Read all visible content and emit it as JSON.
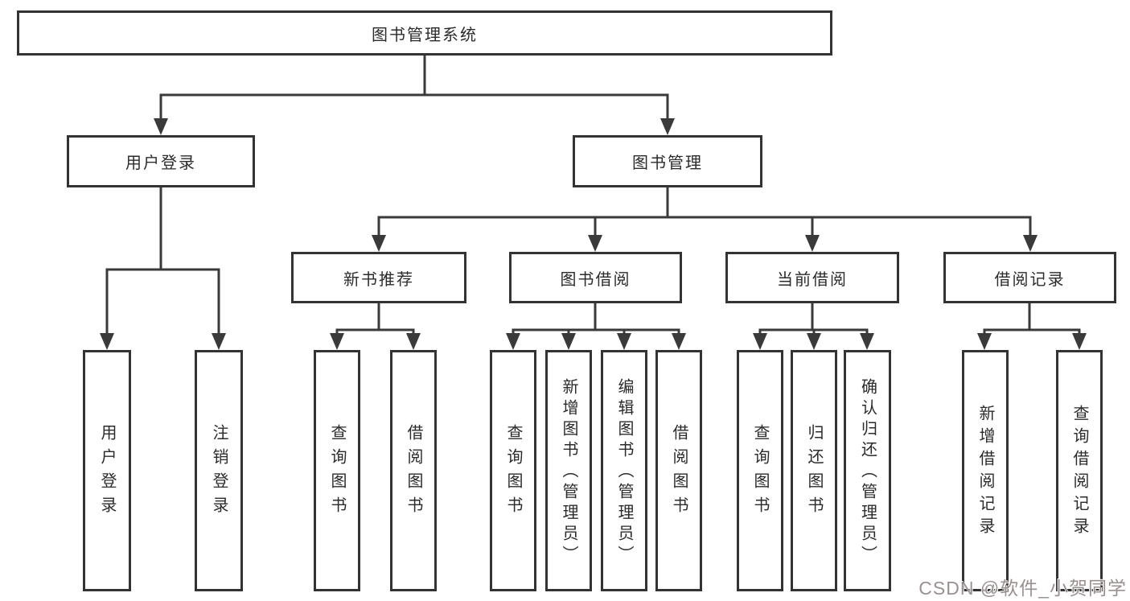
{
  "title": {
    "label": "图书管理系统"
  },
  "branches": {
    "user_login": {
      "label": "用户登录",
      "children": [
        {
          "label": "用户登录"
        },
        {
          "label": "注销登录"
        }
      ]
    },
    "book_mgmt": {
      "label": "图书管理",
      "children": [
        {
          "label": "新书推荐",
          "children": [
            {
              "label": "查询图书"
            },
            {
              "label": "借阅图书"
            }
          ]
        },
        {
          "label": "图书借阅",
          "children": [
            {
              "label": "查询图书"
            },
            {
              "label": "新增图书（管理员）"
            },
            {
              "label": "编辑图书（管理员）"
            },
            {
              "label": "借阅图书"
            }
          ]
        },
        {
          "label": "当前借阅",
          "children": [
            {
              "label": "查询图书"
            },
            {
              "label": "归还图书"
            },
            {
              "label": "确认归还（管理员）"
            }
          ]
        },
        {
          "label": "借阅记录",
          "children": [
            {
              "label": "新增借阅记录"
            },
            {
              "label": "查询借阅记录"
            }
          ]
        }
      ]
    }
  },
  "watermark": {
    "text": "CSDN @软件_小贺同学"
  },
  "colors": {
    "line": "#3a3a3a",
    "box_border": "#333333",
    "text": "#2b2b2b",
    "background": "#ffffff",
    "watermark": "#968b8b"
  }
}
